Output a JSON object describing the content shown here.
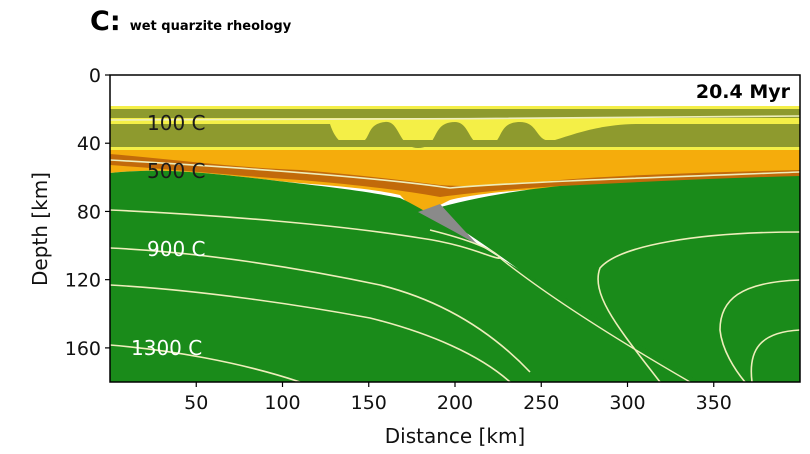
{
  "panel": {
    "letter": "C:",
    "subtitle": "wet quarzite rheology"
  },
  "time_label": "20.4 Myr",
  "axes": {
    "xlabel": "Distance [km]",
    "ylabel": "Depth [km]",
    "x_range": [
      0,
      400
    ],
    "y_range": [
      0,
      180
    ],
    "y_inverted": true,
    "x_ticks": [
      50,
      100,
      150,
      200,
      250,
      300,
      350
    ],
    "y_ticks": [
      0,
      40,
      80,
      120,
      160
    ]
  },
  "isotherm_labels": [
    "100 C",
    "500 C",
    "900 C",
    "1300 C"
  ],
  "colors": {
    "mantle": "#1a8b1a",
    "upper_crust_yellow": "#f4ef47",
    "upper_crust_olive": "#8e9a2e",
    "lower_crust_orange": "#f5ac0c",
    "lower_crust_brown": "#c26a0a",
    "wedge_grey": "#8a8a8a",
    "isotherm": "#eeeebb",
    "iso_label_dark": "#1a1a1a",
    "iso_label_light": "#ffffff"
  }
}
